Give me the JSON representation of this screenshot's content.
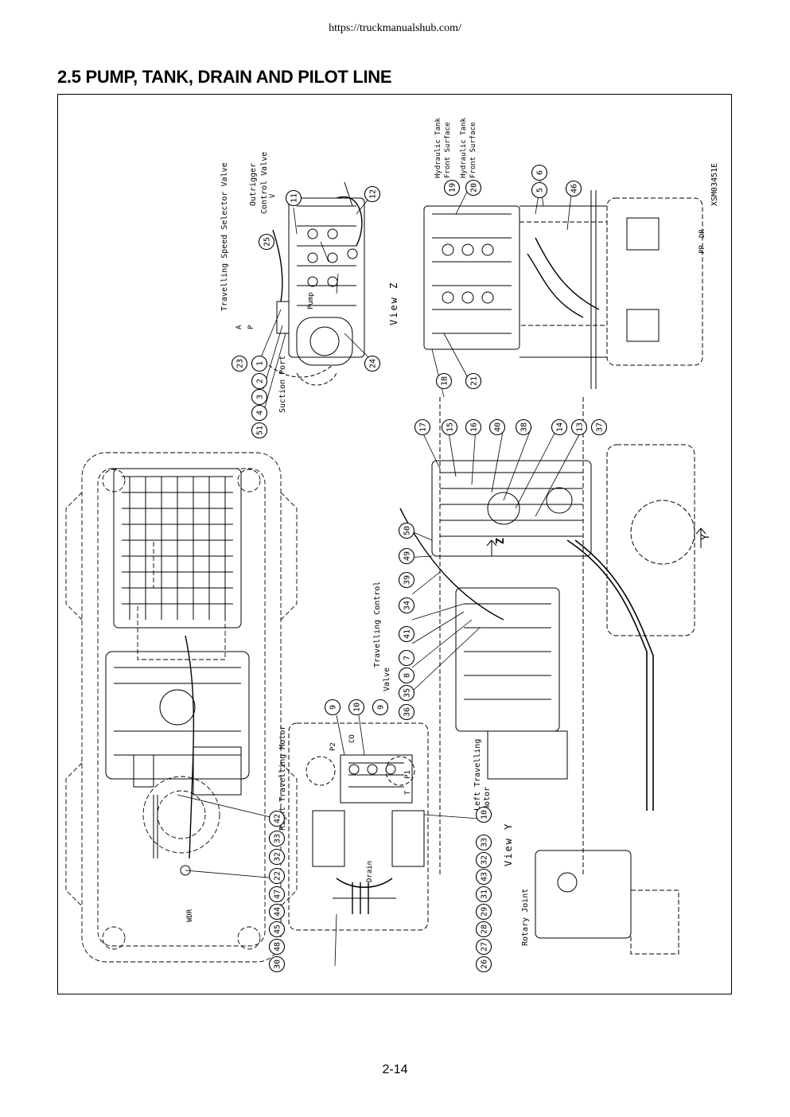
{
  "header": {
    "url": "https://truckmanualshub.com/"
  },
  "section_title": "2.5 PUMP, TANK, DRAIN AND PILOT LINE",
  "drawing_code": "XSM03451E",
  "labels": {
    "travelling_speed_selector_valve": "Travelling Speed Selector Valve",
    "outrigger_control_valve_l1": "Outrigger",
    "outrigger_control_valve_l2": "Control Valve",
    "hyd_tank_front_1_l1": "Hydraulic Tank",
    "hyd_tank_front_1_l2": "Front Surface",
    "hyd_tank_front_2_l1": "Hydraulic Tank",
    "hyd_tank_front_2_l2": "Front Surface",
    "suction_port": "Suction Port",
    "pump": "Pump",
    "view_z": "View Z",
    "travelling_control_valve_l1": "Travelling Control",
    "travelling_control_valve_l2": "Valve",
    "right_travelling_motor": "Right Travelling Motor",
    "left_travelling_motor_l1": "Left Travelling",
    "left_travelling_motor_l2": "Motor",
    "view_y": "View Y",
    "rotary_joint": "Rotary Joint",
    "drain": "Drain",
    "wdr": "WDR",
    "y_arrow": "Y",
    "z_mark": "Z",
    "p2": "P2",
    "co": "CO",
    "p1": "P1",
    "t_port": "T",
    "dr": "DR",
    "pp": "PP",
    "a_port": "A",
    "p_port": "P",
    "v_port": "V"
  },
  "callouts": {
    "c1": "1",
    "c2": "2",
    "c3": "3",
    "c4": "4",
    "c5": "5",
    "c6": "6",
    "c7": "7",
    "c8": "8",
    "c9": "9",
    "c10": "10",
    "c11": "11",
    "c12": "12",
    "c13": "13",
    "c14": "14",
    "c15": "15",
    "c16": "16",
    "c17": "17",
    "c18": "18",
    "c19": "19",
    "c20": "20",
    "c21": "21",
    "c22": "22",
    "c23": "23",
    "c24": "24",
    "c25": "25",
    "c26": "26",
    "c27": "27",
    "c28": "28",
    "c29": "29",
    "c30": "30",
    "c31": "31",
    "c32": "32",
    "c33": "33",
    "c34": "34",
    "c35": "35",
    "c36": "36",
    "c37": "37",
    "c38": "38",
    "c39": "39",
    "c40": "40",
    "c41": "41",
    "c42": "42",
    "c43": "43",
    "c44": "44",
    "c45": "45",
    "c46": "46",
    "c47": "47",
    "c48": "48",
    "c49": "49",
    "c50": "50",
    "c51": "51"
  },
  "page_number": "2-14"
}
